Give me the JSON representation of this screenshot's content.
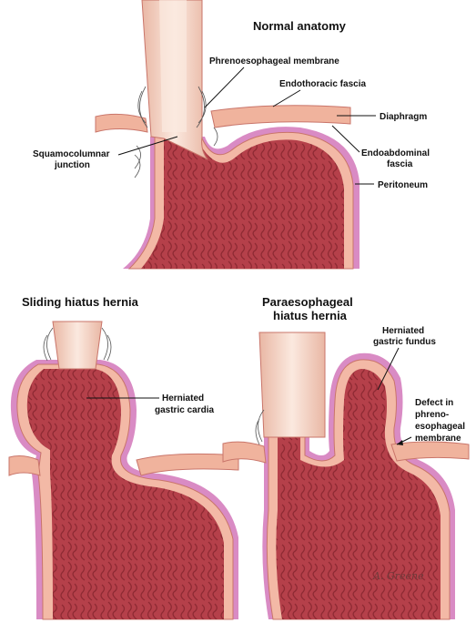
{
  "panels": {
    "normal": {
      "title": "Normal anatomy",
      "labels": {
        "phrenoesophageal_membrane": "Phrenoesophageal membrane",
        "endothoracic_fascia": "Endothoracic fascia",
        "diaphragm": "Diaphragm",
        "squamocolumnar_1": "Squamocolumnar",
        "squamocolumnar_2": "junction",
        "endoabdominal_1": "Endoabdominal",
        "endoabdominal_2": "fascia",
        "peritoneum": "Peritoneum"
      }
    },
    "sliding": {
      "title": "Sliding hiatus hernia",
      "labels": {
        "herniated_cardia_1": "Herniated",
        "herniated_cardia_2": "gastric cardia"
      }
    },
    "paraesophageal": {
      "title_1": "Paraesophageal",
      "title_2": "hiatus hernia",
      "labels": {
        "herniated_fundus_1": "Herniated",
        "herniated_fundus_2": "gastric fundus",
        "defect_1": "Defect in",
        "defect_2": "phreno-",
        "defect_3": "esophageal",
        "defect_4": "membrane"
      }
    }
  },
  "signature": "A. Greene",
  "colors": {
    "tissue": "#b5404a",
    "tissue_dark": "#8e2a33",
    "wall": "#f3b9a6",
    "wall_stroke": "#c9756a",
    "peritoneum": "#d98bc4",
    "esophagus": "#f6d8c8",
    "diaphragm": "#f0b39d"
  }
}
